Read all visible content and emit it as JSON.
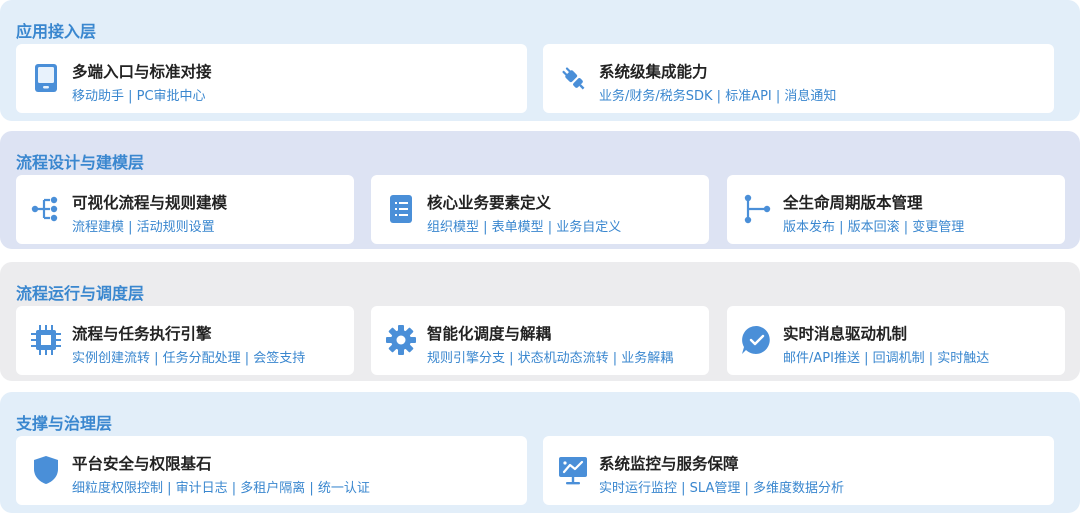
{
  "layers": [
    {
      "title": "应用接入层",
      "cards": [
        {
          "title": "多端入口与标准对接",
          "sub": "移动助手 | PC审批中心",
          "icon": "tablet-icon"
        },
        {
          "title": "系统级集成能力",
          "sub": "业务/财务/税务SDK | 标准API | 消息通知",
          "icon": "plug-icon"
        }
      ]
    },
    {
      "title": "流程设计与建模层",
      "cards": [
        {
          "title": "可视化流程与规则建模",
          "sub": "流程建模 | 活动规则设置",
          "icon": "flow-tree-icon"
        },
        {
          "title": "核心业务要素定义",
          "sub": "组织模型 | 表单模型 | 业务自定义",
          "icon": "form-list-icon"
        },
        {
          "title": "全生命周期版本管理",
          "sub": "版本发布 | 版本回滚 | 变更管理",
          "icon": "version-branch-icon"
        }
      ]
    },
    {
      "title": "流程运行与调度层",
      "cards": [
        {
          "title": "流程与任务执行引擎",
          "sub": "实例创建流转 | 任务分配处理 | 会签支持",
          "icon": "chip-icon"
        },
        {
          "title": "智能化调度与解耦",
          "sub": "规则引擎分支 | 状态机动态流转 | 业务解耦",
          "icon": "gear-icon"
        },
        {
          "title": "实时消息驱动机制",
          "sub": "邮件/API推送 | 回调机制 | 实时触达",
          "icon": "message-check-icon"
        }
      ]
    },
    {
      "title": "支撑与治理层",
      "cards": [
        {
          "title": "平台安全与权限基石",
          "sub": "细粒度权限控制 | 审计日志 | 多租户隔离 | 统一认证",
          "icon": "shield-icon"
        },
        {
          "title": "系统监控与服务保障",
          "sub": "实时运行监控 | SLA管理 | 多维度数据分析",
          "icon": "monitor-chart-icon"
        }
      ]
    }
  ],
  "colors": {
    "accent": "#3a87cf",
    "icon": "#4a8fd8"
  }
}
